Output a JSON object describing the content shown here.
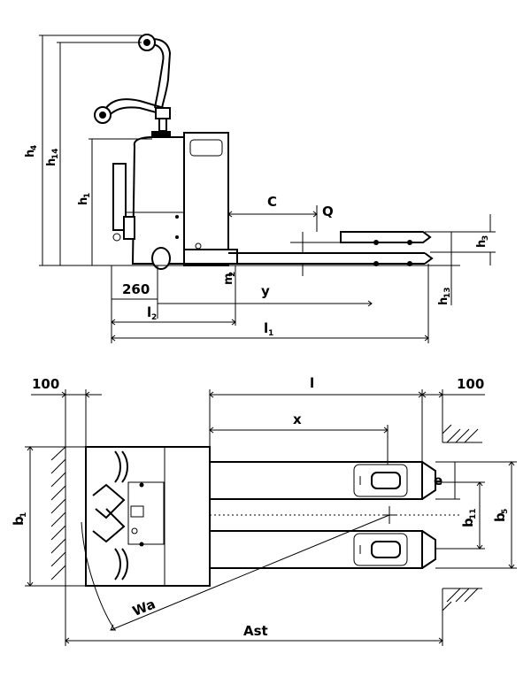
{
  "side_view": {
    "h4": {
      "main": "h",
      "sub": "4"
    },
    "h14": {
      "main": "h",
      "sub": "14"
    },
    "h1": {
      "main": "h",
      "sub": "1"
    },
    "h3": {
      "main": "h",
      "sub": "3"
    },
    "h13": {
      "main": "h",
      "sub": "13"
    },
    "m2": {
      "main": "m",
      "sub": "2"
    },
    "c": "C",
    "q": "Q",
    "d260": "260",
    "y": "y",
    "l2": {
      "main": "l",
      "sub": "2"
    },
    "l1": {
      "main": "l",
      "sub": "1"
    }
  },
  "top_view": {
    "d100_left": "100",
    "d100_right": "100",
    "l": "l",
    "x": "x",
    "e": "e",
    "b1": {
      "main": "b",
      "sub": "1"
    },
    "b11": {
      "main": "b",
      "sub": "11"
    },
    "b5": {
      "main": "b",
      "sub": "5"
    },
    "wa": "Wa",
    "ast": "Ast"
  }
}
